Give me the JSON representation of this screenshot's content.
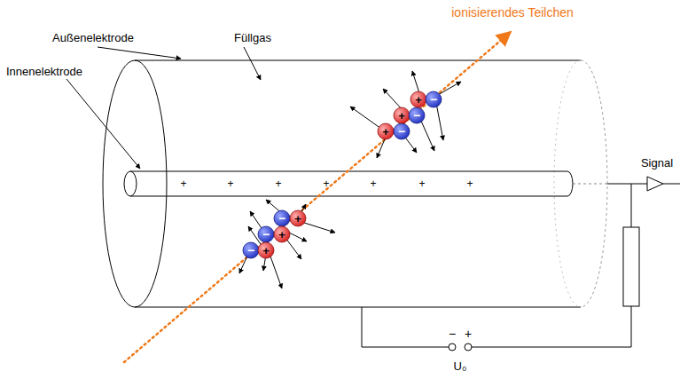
{
  "diagram": {
    "labels": [
      "ionisierendes Teilchen",
      "Außenelektrode",
      "Füllgas",
      "Innenelektrode",
      "+",
      "−",
      "+",
      "−",
      "+",
      "−",
      "+",
      "+",
      "+",
      "+",
      "+",
      "+",
      "+",
      "−",
      "+",
      "−",
      "+",
      "−",
      "+",
      "Signal",
      "−",
      "+",
      "U₀"
    ]
  }
}
